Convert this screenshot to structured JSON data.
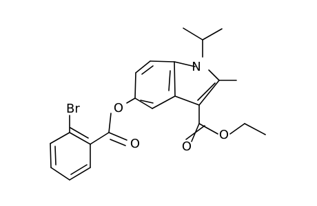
{
  "molecule": {
    "atom_labels": {
      "br": "Br",
      "n": "N",
      "o_ester_bridge": "O",
      "o_benzoyl_carbonyl": "O",
      "o_ethyl_carbonyl": "O",
      "o_ethyl_ether": "O"
    },
    "colors": {
      "bond": "#000000",
      "label": "#000000",
      "background": "#ffffff"
    }
  }
}
